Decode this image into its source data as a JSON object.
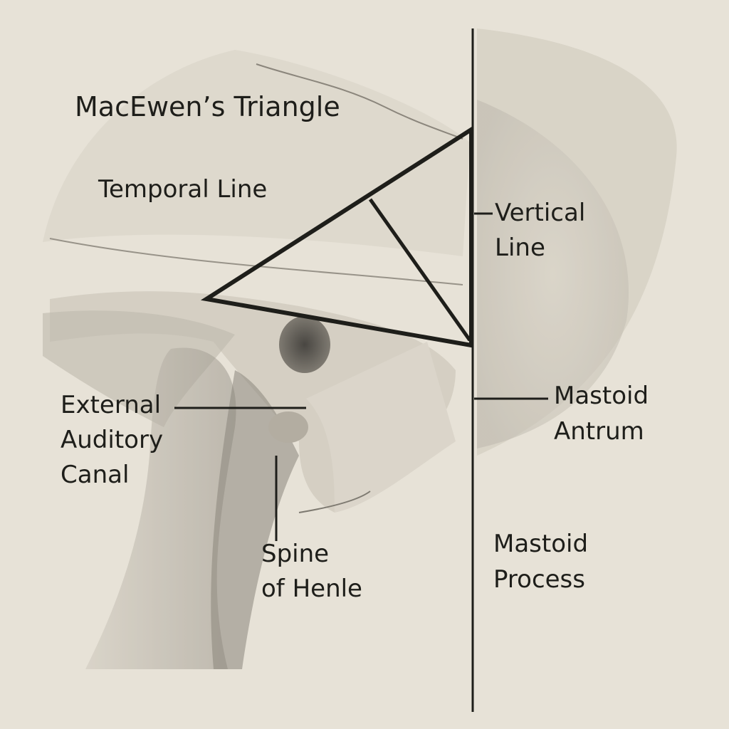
{
  "title": "MacEwen’s Triangle",
  "labels": {
    "temporal_line": "Temporal Line",
    "vertical_line": [
      "Vertical",
      "Line"
    ],
    "mastoid_antrum": [
      "Mastoid",
      "Antrum"
    ],
    "external_auditory_canal": [
      "External",
      "Auditory",
      "Canal"
    ],
    "spine_of_henle": [
      "Spine",
      "of Henle"
    ],
    "mastoid_process": [
      "Mastoid",
      "Process"
    ]
  },
  "colors": {
    "paper": "#e7e2d7",
    "ink": "#1e1e1a",
    "shade": "#8a857b"
  }
}
